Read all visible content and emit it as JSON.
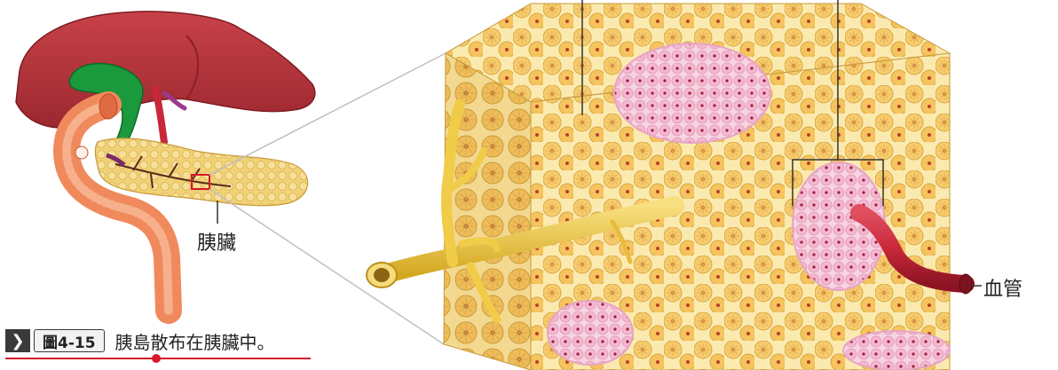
{
  "labels": {
    "pancreas": "胰臟",
    "blood_vessel": "血管"
  },
  "caption": {
    "figure_number": "圖4-15",
    "text": "胰島散布在胰臟中。"
  },
  "colors": {
    "liver": "#b8323a",
    "gallbladder": "#1a9a3c",
    "duodenum": "#f08a5c",
    "pancreas": "#f0d27a",
    "acinar_cell": "#f5c96a",
    "islet_cell": "#f5bcd2",
    "duct": "#e8c040",
    "blood_vessel": "#c8283a",
    "accent_red": "#d6172a"
  },
  "icons": {
    "caption_arrow": "chevron-right-icon"
  }
}
